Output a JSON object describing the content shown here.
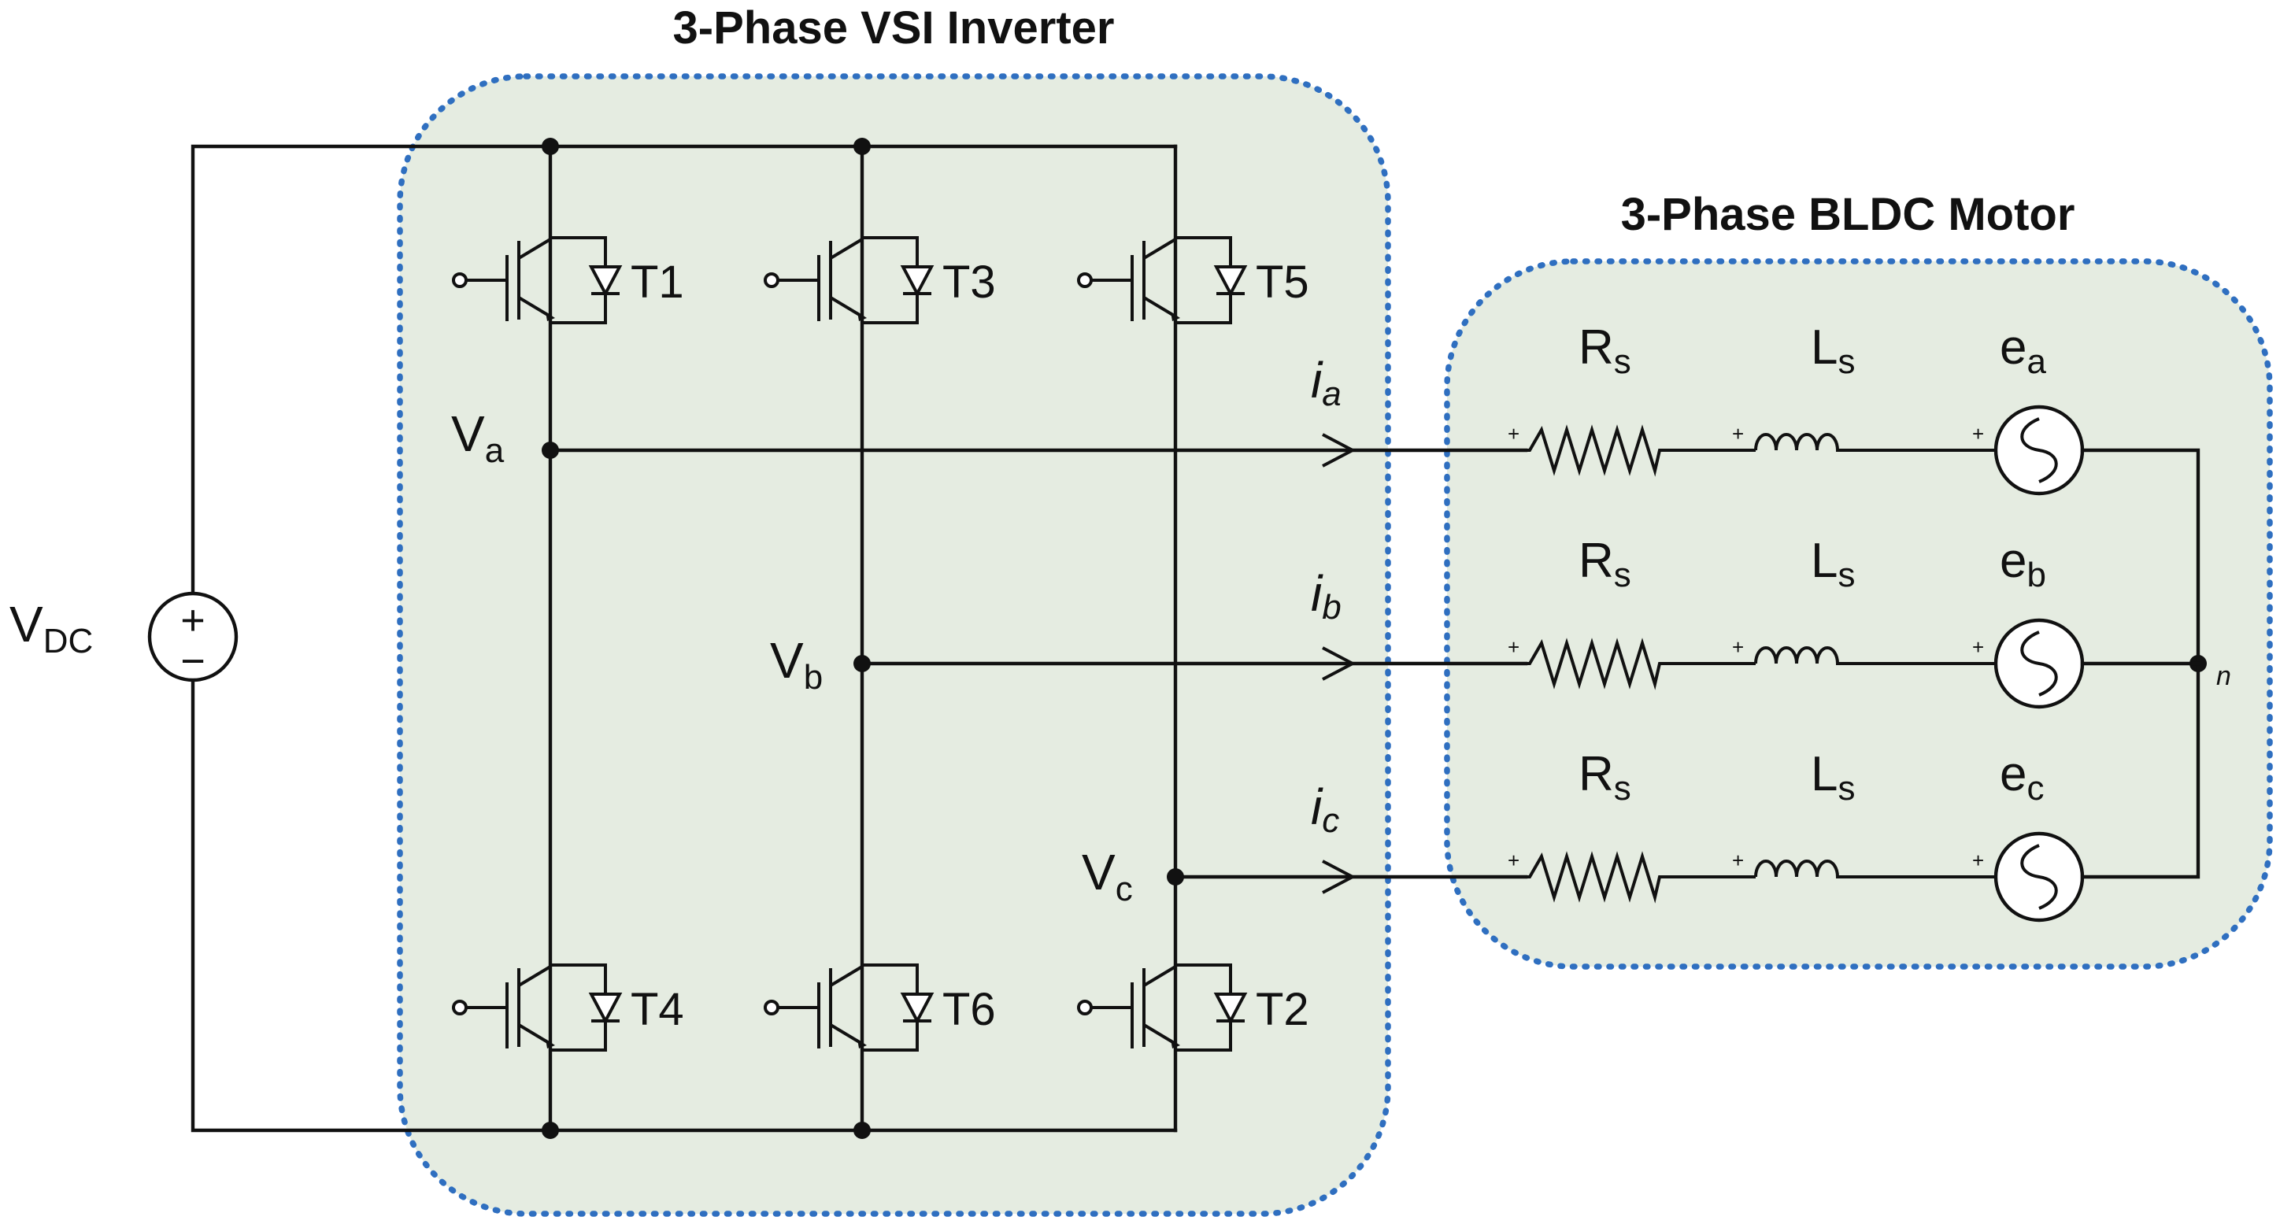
{
  "inverter": {
    "title": "3-Phase VSI Inverter",
    "switches": [
      "T1",
      "T3",
      "T5",
      "T4",
      "T6",
      "T2"
    ],
    "nodes": [
      {
        "main": "V",
        "sub": "a"
      },
      {
        "main": "V",
        "sub": "b"
      },
      {
        "main": "V",
        "sub": "c"
      }
    ]
  },
  "source": {
    "main": "V",
    "sub": "DC",
    "plus": "+",
    "minus": "−"
  },
  "currents": [
    {
      "main": "i",
      "sub": "a"
    },
    {
      "main": "i",
      "sub": "b"
    },
    {
      "main": "i",
      "sub": "c"
    }
  ],
  "motor": {
    "title": "3-Phase BLDC Motor",
    "phases": [
      {
        "r": "R",
        "r_sub": "s",
        "l": "L",
        "l_sub": "s",
        "e": "e",
        "e_sub": "a"
      },
      {
        "r": "R",
        "r_sub": "s",
        "l": "L",
        "l_sub": "s",
        "e": "e",
        "e_sub": "b"
      },
      {
        "r": "R",
        "r_sub": "s",
        "l": "L",
        "l_sub": "s",
        "e": "e",
        "e_sub": "c"
      }
    ],
    "neutral": "n",
    "polarity_mark": "+"
  },
  "colors": {
    "region_fill": "#e5ece1",
    "region_border": "#2f6fc0",
    "wire": "#111111"
  }
}
